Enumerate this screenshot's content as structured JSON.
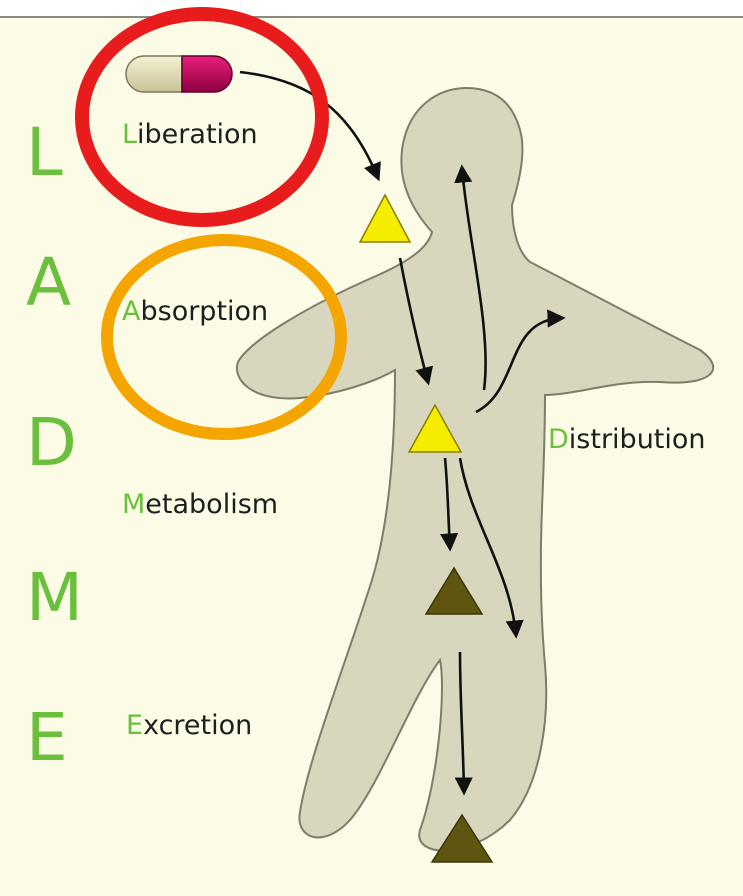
{
  "acronym_letters": [
    "L",
    "A",
    "D",
    "M",
    "E"
  ],
  "stages": {
    "liberation": {
      "initial": "L",
      "rest": "iberation"
    },
    "absorption": {
      "initial": "A",
      "rest": "bsorption"
    },
    "distribution": {
      "initial": "D",
      "rest": "istribution"
    },
    "metabolism": {
      "initial": "M",
      "rest": "etabolism"
    },
    "excretion": {
      "initial": "E",
      "rest": "xcretion"
    }
  },
  "colors": {
    "background": "#fbfbe6",
    "letters": "#6abf3c",
    "body": "#d8d6bd",
    "drug_triangle": "#f5ec00",
    "metabolite_triangle": "#5e5610",
    "highlight_liberation": "#e81c1c",
    "highlight_absorption": "#f5a500",
    "capsule_left": "#e4dfb4",
    "capsule_right": "#c4005a"
  },
  "icons": [
    "capsule-icon",
    "drug-triangle-icon",
    "metabolite-triangle-icon"
  ]
}
